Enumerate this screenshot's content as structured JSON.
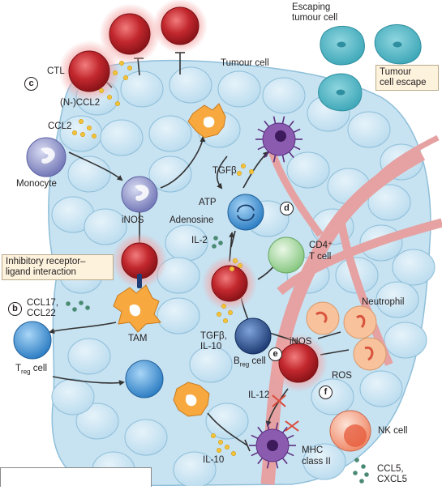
{
  "labels": {
    "escaping_line1": "Escaping",
    "escaping_line2": "tumour cell",
    "tumour_cell": "Tumour cell",
    "ctl": "CTL",
    "nccl2": "(N-)CCL2",
    "ccl2": "CCL2",
    "monocyte": "Monocyte",
    "inos_left": "iNOS",
    "tam": "TAM",
    "ccl17": "CCL17,",
    "ccl22": "CCL22",
    "treg_main": "T",
    "treg_sub": "reg",
    "treg_tail": " cell",
    "tgfb_top": "TGFβ",
    "atp": "ATP",
    "adenosine": "Adenosine",
    "il2": "IL-2",
    "cd4": "CD4⁺",
    "tcell": "T cell",
    "tgfb_mid": "TGFβ,",
    "il10_mid": "IL-10",
    "breg_main": "B",
    "breg_sub": "reg",
    "breg_tail": " cell",
    "neutrophil": "Neutrophil",
    "inos_right": "iNOS",
    "ros": "ROS",
    "il12": "IL-12",
    "nk": "NK cell",
    "il10_bottom": "IL-10",
    "mhc1": "MHC",
    "mhc2": "class II",
    "ccl5": "CCL5,",
    "cxcl5": "CXCL5"
  },
  "callouts": {
    "tumour_escape_1": "Tumour",
    "tumour_escape_2": "cell escape",
    "inhibitory_1": "Inhibitory receptor–",
    "inhibitory_2": "ligand interaction"
  },
  "panels": {
    "b": "b",
    "c": "c",
    "d": "d",
    "e": "e",
    "f": "f"
  },
  "colors": {
    "tumour_fill": "#cfe6f3",
    "tumour_stroke": "#8fbfd9",
    "ctl": "#c1272d",
    "escape_cell": "#52b5c5",
    "vessel": "#e8a0a0",
    "tam": "#f7a940",
    "monocyte": "#8a8fc7",
    "mdsc": "#8b5bb0",
    "treg": "#3a8fd4",
    "cd4": "#9fd39a",
    "breg": "#2b4d8c",
    "neutrophil": "#f2b48c",
    "nk": "#f08a6a",
    "chemokine_yellow": "#f2c23a",
    "chemokine_green": "#4a8a72"
  }
}
